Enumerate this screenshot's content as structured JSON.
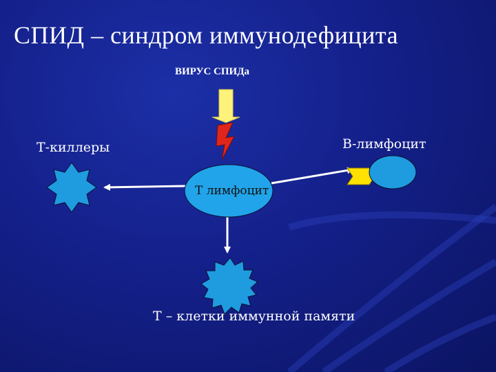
{
  "slide": {
    "title": "СПИД – синдром иммунодефицита",
    "virus_label": "ВИРУС  СПИДа",
    "t_killers_label": "Т-киллеры",
    "b_lymphocyte_label": "В-лимфоцит",
    "t_lymphocyte_label": "Т лимфоцит",
    "memory_cells_label": "Т – клетки иммунной памяти"
  },
  "colors": {
    "background": "#14208a",
    "cell_fill": "#1f9be0",
    "t_cell_fill": "#21a4ea",
    "virus_arrow": "#fff27a",
    "lightning": "#e0261b",
    "b_cell_marker": "#ffe100",
    "arrow": "#ffffff"
  }
}
